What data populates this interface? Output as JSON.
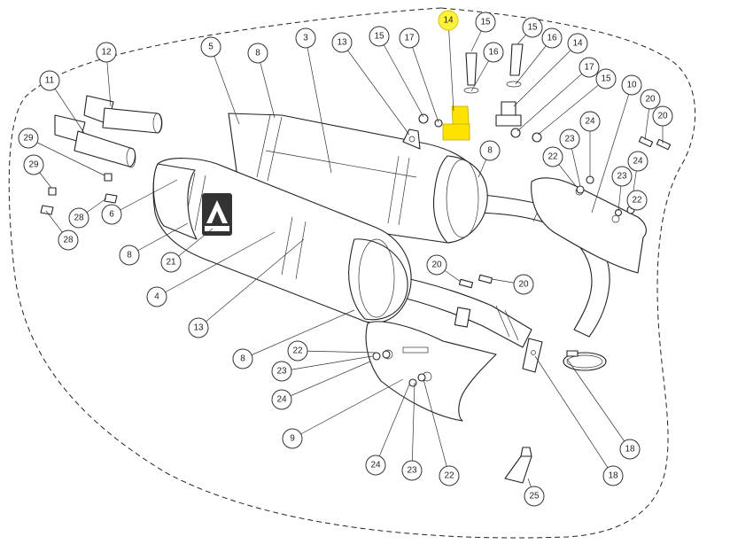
{
  "diagram": {
    "highlight_color": "#fff23a",
    "logo_icon": "akrapovic-scorpion-icon",
    "callouts": [
      {
        "id": "c-14-top",
        "label": "14",
        "highlighted": true
      },
      {
        "id": "c-15-a",
        "label": "15"
      },
      {
        "id": "c-15-b",
        "label": "15"
      },
      {
        "id": "c-15-c",
        "label": "15"
      },
      {
        "id": "c-15-d",
        "label": "15"
      },
      {
        "id": "c-16-a",
        "label": "16"
      },
      {
        "id": "c-16-b",
        "label": "16"
      },
      {
        "id": "c-17-a",
        "label": "17"
      },
      {
        "id": "c-17-b",
        "label": "17"
      },
      {
        "id": "c-14",
        "label": "14"
      },
      {
        "id": "c-13-top",
        "label": "13"
      },
      {
        "id": "c-3",
        "label": "3"
      },
      {
        "id": "c-8-a",
        "label": "8"
      },
      {
        "id": "c-5",
        "label": "5"
      },
      {
        "id": "c-12",
        "label": "12"
      },
      {
        "id": "c-11",
        "label": "11"
      },
      {
        "id": "c-10",
        "label": "10"
      },
      {
        "id": "c-20-a",
        "label": "20"
      },
      {
        "id": "c-20-b",
        "label": "20"
      },
      {
        "id": "c-24-a",
        "label": "24"
      },
      {
        "id": "c-23-a",
        "label": "23"
      },
      {
        "id": "c-22-a",
        "label": "22"
      },
      {
        "id": "c-24-b",
        "label": "24"
      },
      {
        "id": "c-22-b",
        "label": "22"
      },
      {
        "id": "c-23-b",
        "label": "23"
      },
      {
        "id": "c-8-b",
        "label": "8"
      },
      {
        "id": "c-29-a",
        "label": "29"
      },
      {
        "id": "c-29-b",
        "label": "29"
      },
      {
        "id": "c-28-a",
        "label": "28"
      },
      {
        "id": "c-28-b",
        "label": "28"
      },
      {
        "id": "c-6",
        "label": "6"
      },
      {
        "id": "c-8-c",
        "label": "8"
      },
      {
        "id": "c-21",
        "label": "21"
      },
      {
        "id": "c-4",
        "label": "4"
      },
      {
        "id": "c-13-b",
        "label": "13"
      },
      {
        "id": "c-20-c",
        "label": "20"
      },
      {
        "id": "c-20-d",
        "label": "20"
      },
      {
        "id": "c-8-d",
        "label": "8"
      },
      {
        "id": "c-22-c",
        "label": "22"
      },
      {
        "id": "c-23-c",
        "label": "23"
      },
      {
        "id": "c-24-c",
        "label": "24"
      },
      {
        "id": "c-9",
        "label": "9"
      },
      {
        "id": "c-24-d",
        "label": "24"
      },
      {
        "id": "c-23-d",
        "label": "23"
      },
      {
        "id": "c-22-d",
        "label": "22"
      },
      {
        "id": "c-25",
        "label": "25"
      },
      {
        "id": "c-18-a",
        "label": "18"
      },
      {
        "id": "c-18-b",
        "label": "18"
      }
    ]
  }
}
